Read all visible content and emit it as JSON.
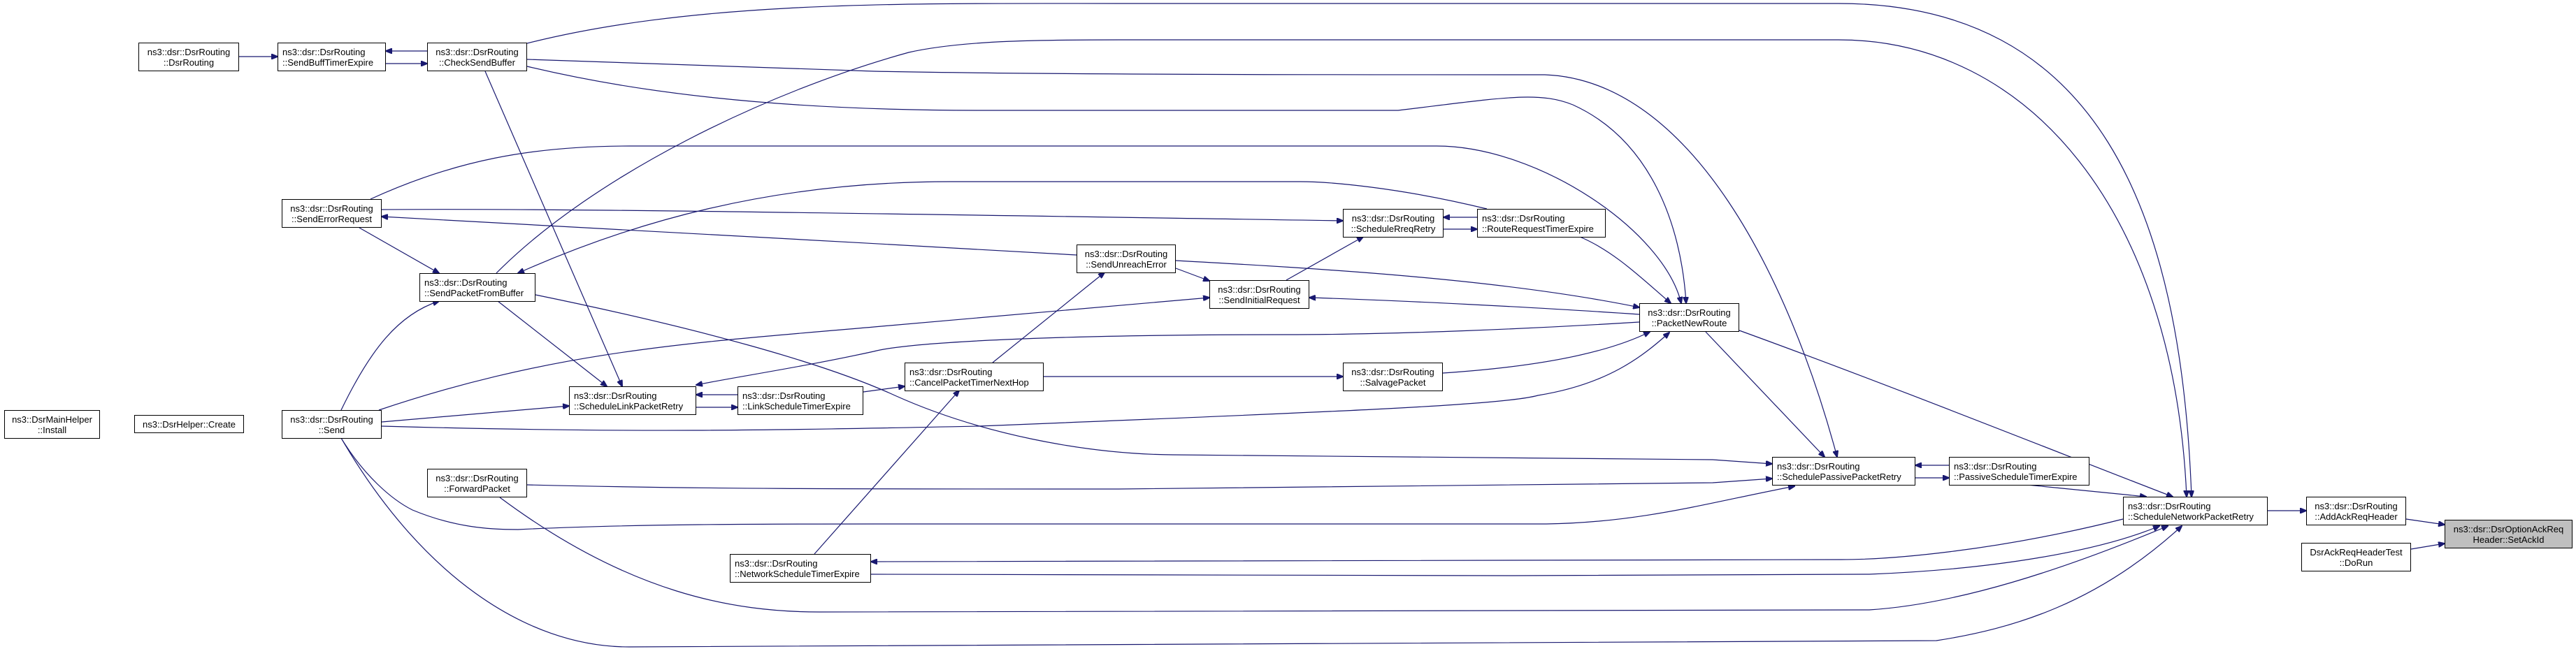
{
  "graph": {
    "edge_color": "#191970",
    "highlight_color": "#bfbfbf",
    "nodes": {
      "dsrrouting_ctor": {
        "line1": "ns3::dsr::DsrRouting",
        "line2": "::DsrRouting"
      },
      "sendbufftimerexpire": {
        "line1": "ns3::dsr::DsrRouting",
        "line2": "::SendBuffTimerExpire"
      },
      "checksendbuffer": {
        "line1": "ns3::dsr::DsrRouting",
        "line2": "::CheckSendBuffer"
      },
      "senderrorrequest": {
        "line1": "ns3::dsr::DsrRouting",
        "line2": "::SendErrorRequest"
      },
      "sendpacketfrombuffer": {
        "line1": "ns3::dsr::DsrRouting",
        "line2": "::SendPacketFromBuffer"
      },
      "install": {
        "line1": "ns3::DsrMainHelper",
        "line2": "::Install"
      },
      "create": {
        "line1": "ns3::DsrHelper::Create"
      },
      "send": {
        "line1": "ns3::dsr::DsrRouting",
        "line2": "::Send"
      },
      "schedulelinkpacketretry": {
        "line1": "ns3::dsr::DsrRouting",
        "line2": "::ScheduleLinkPacketRetry"
      },
      "linkscheduletimerexpire": {
        "line1": "ns3::dsr::DsrRouting",
        "line2": "::LinkScheduleTimerExpire"
      },
      "forwardpacket": {
        "line1": "ns3::dsr::DsrRouting",
        "line2": "::ForwardPacket"
      },
      "networkscheduletimerexpire": {
        "line1": "ns3::dsr::DsrRouting",
        "line2": "::NetworkScheduleTimerExpire"
      },
      "sendunreacherror": {
        "line1": "ns3::dsr::DsrRouting",
        "line2": "::SendUnreachError"
      },
      "sendinitialrequest": {
        "line1": "ns3::dsr::DsrRouting",
        "line2": "::SendInitialRequest"
      },
      "schedulereqretry": {
        "line1": "ns3::dsr::DsrRouting",
        "line2": "::ScheduleRreqRetry"
      },
      "routerequesttimerexpire": {
        "line1": "ns3::dsr::DsrRouting",
        "line2": "::RouteRequestTimerExpire"
      },
      "packetnewroute": {
        "line1": "ns3::dsr::DsrRouting",
        "line2": "::PacketNewRoute"
      },
      "cancelpackettimernexthop": {
        "line1": "ns3::dsr::DsrRouting",
        "line2": "::CancelPacketTimerNextHop"
      },
      "salvagepacket": {
        "line1": "ns3::dsr::DsrRouting",
        "line2": "::SalvagePacket"
      },
      "schedulepassivepacketretry": {
        "line1": "ns3::dsr::DsrRouting",
        "line2": "::SchedulePassivePacketRetry"
      },
      "passivescheduletimerexpire": {
        "line1": "ns3::dsr::DsrRouting",
        "line2": "::PassiveScheduleTimerExpire"
      },
      "schedulenetworkpacketretry": {
        "line1": "ns3::dsr::DsrRouting",
        "line2": "::ScheduleNetworkPacketRetry"
      },
      "addackreqheader": {
        "line1": "ns3::dsr::DsrRouting",
        "line2": "::AddAckReqHeader"
      },
      "setackid": {
        "line1": "ns3::dsr::DsrOptionAckReq",
        "line2": "Header::SetAckId"
      },
      "dorun": {
        "line1": "DsrAckReqHeaderTest",
        "line2": "::DoRun"
      }
    }
  }
}
